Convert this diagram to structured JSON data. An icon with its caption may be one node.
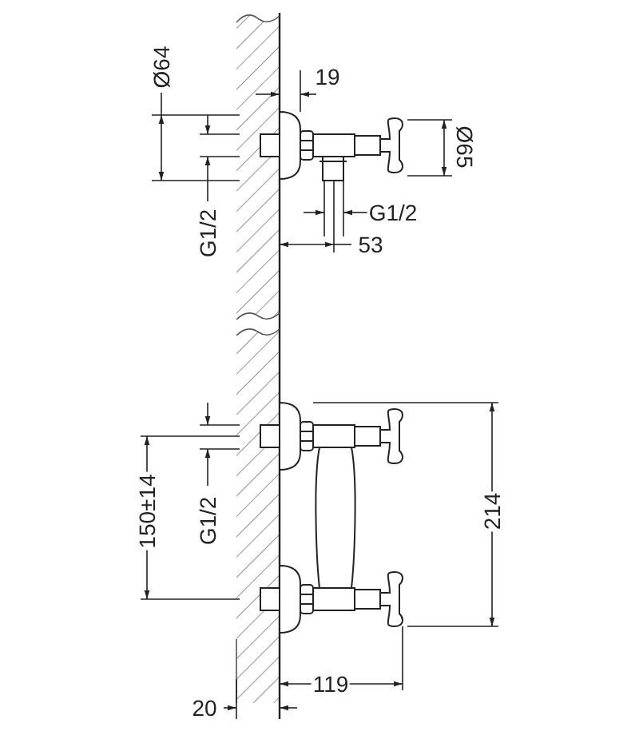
{
  "diagram": {
    "labels": [
      "19",
      "Ø64",
      "Ø65",
      "G1/2",
      "G1/2",
      "53",
      "150±14",
      "G1/2",
      "214",
      "119",
      "20"
    ]
  }
}
